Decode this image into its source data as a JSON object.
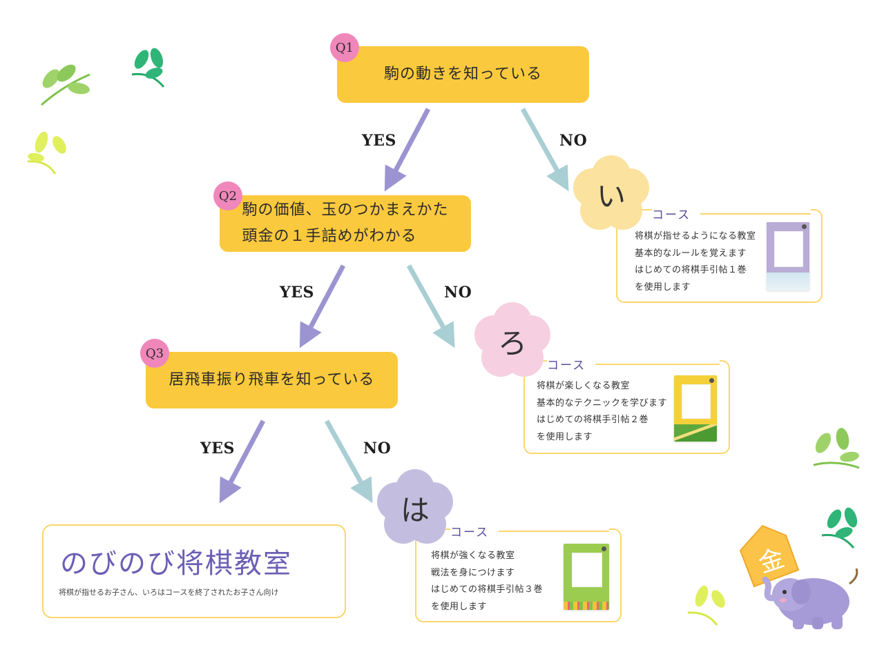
{
  "questions": [
    {
      "badge": "Q1",
      "lines": [
        "駒の動きを知っている"
      ]
    },
    {
      "badge": "Q2",
      "lines": [
        "駒の価値、玉のつかまえかた",
        "頭金の１手詰めがわかる"
      ]
    },
    {
      "badge": "Q3",
      "lines": [
        "居飛車振り飛車を知っている"
      ]
    }
  ],
  "answers": {
    "yes": "YES",
    "no": "NO"
  },
  "courses": [
    {
      "kana": "い",
      "title": "コース",
      "lines": [
        "将棋が指せるようになる教室",
        "基本的なルールを覚えます",
        "はじめての将棋手引帖１巻",
        "を使用します"
      ],
      "flower_color": "#fbe29f",
      "book_color": "#b9acd6"
    },
    {
      "kana": "ろ",
      "title": "コース",
      "lines": [
        "将棋が楽しくなる教室",
        "基本的なテクニックを学びます",
        "はじめての将棋手引帖２巻",
        "を使用します"
      ],
      "flower_color": "#f6cfe0",
      "book_color": "#f4d13a"
    },
    {
      "kana": "は",
      "title": "コース",
      "lines": [
        "将棋が強くなる教室",
        "戦法を身につけます",
        "はじめての将棋手引帖３巻",
        "を使用します"
      ],
      "flower_color": "#c3bedf",
      "book_color": "#9ccc4f"
    }
  ],
  "nobinobi": {
    "title": "のびのび将棋教室",
    "subtitle": "将棋が指せるお子さん、いろはコースを終了されたお子さん向け"
  },
  "shogi_piece": {
    "label": "金"
  },
  "colors": {
    "question_box": "#fbc93d",
    "badge": "#ef87bb",
    "yes_arrow": "#9b94d1",
    "no_arrow": "#a9ced4",
    "course_border": "#fbd66c",
    "course_title": "#5a4a9a"
  }
}
